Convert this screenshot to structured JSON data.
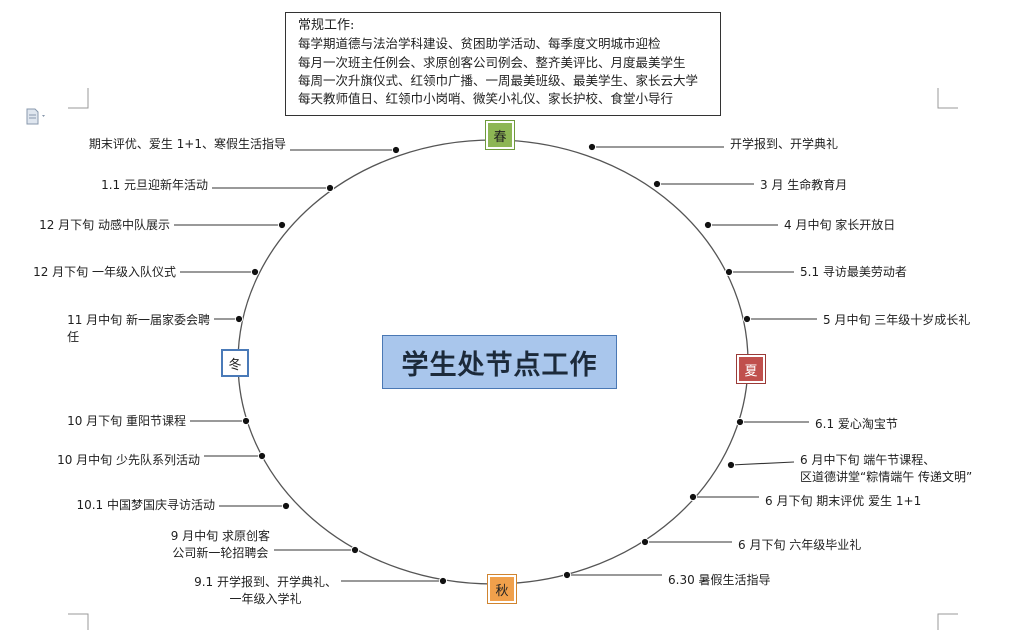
{
  "regular_work": {
    "heading": "常规工作:",
    "lines": [
      "每学期道德与法治学科建设、贫困助学活动、每季度文明城市迎检",
      "每月一次班主任例会、求原创客公司例会、整齐美评比、月度最美学生",
      "每周一次升旗仪式、红领巾广播、一周最美班级、最美学生、家长云大学",
      "每天教师值日、红领巾小岗哨、微笑小礼仪、家长护校、食堂小导行"
    ]
  },
  "title": "学生处节点工作",
  "seasons": {
    "spring": {
      "label": "春",
      "color": "#8db654"
    },
    "summer": {
      "label": "夏",
      "color": "#c0504d"
    },
    "autumn": {
      "label": "秋",
      "color": "#f0a04b"
    },
    "winter": {
      "label": "冬",
      "color": "#4a7ab8"
    }
  },
  "right_nodes": [
    [
      "开学报到、开学典礼"
    ],
    [
      "3 月  生命教育月"
    ],
    [
      "4 月中旬  家长开放日"
    ],
    [
      "5.1 寻访最美劳动者"
    ],
    [
      "5 月中旬  三年级十岁成长礼"
    ],
    [
      "6.1 爱心淘宝节"
    ],
    [
      "6 月中下旬  端午节课程、",
      "区道德讲堂“粽情端午  传递文明”"
    ],
    [
      "6 月下旬  期末评优  爱生 1+1"
    ],
    [
      "6 月下旬  六年级毕业礼"
    ],
    [
      "6.30  暑假生活指导"
    ]
  ],
  "left_nodes": [
    [
      "9.1 开学报到、开学典礼、",
      "一年级入学礼"
    ],
    [
      "9 月中旬  求原创客",
      "公司新一轮招聘会"
    ],
    [
      "10.1 中国梦国庆寻访活动"
    ],
    [
      "10 月中旬  少先队系列活动"
    ],
    [
      "10 月下旬  重阳节课程"
    ],
    [
      "11 月中旬  新一届家委会聘",
      "任"
    ],
    [
      "12 月下旬  一年级入队仪式"
    ],
    [
      "12 月下旬  动感中队展示"
    ],
    [
      "1.1 元旦迎新年活动"
    ],
    [
      "期末评优、爱生 1+1、寒假生活指导"
    ]
  ]
}
